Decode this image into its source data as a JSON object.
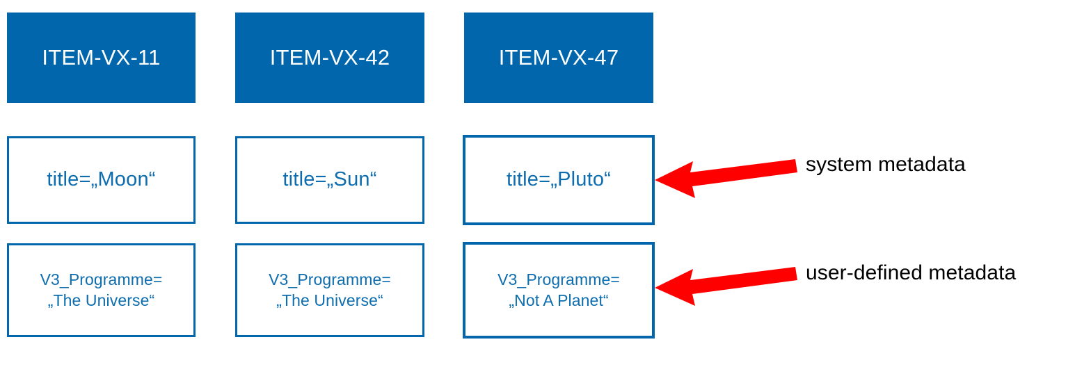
{
  "diagram": {
    "columns": [
      {
        "header": "ITEM-VX-11",
        "system_metadata": "title=„Moon“",
        "user_metadata_key": "V3_Programme=",
        "user_metadata_value": "„The Universe“"
      },
      {
        "header": "ITEM-VX-42",
        "system_metadata": "title=„Sun“",
        "user_metadata_key": "V3_Programme=",
        "user_metadata_value": "„The Universe“"
      },
      {
        "header": "ITEM-VX-47",
        "system_metadata": "title=„Pluto“",
        "user_metadata_key": "V3_Programme=",
        "user_metadata_value": "„Not A Planet“"
      }
    ],
    "annotations": [
      {
        "label": "system metadata",
        "icon": "left-arrow-icon"
      },
      {
        "label": "user-defined metadata",
        "icon": "left-arrow-icon"
      }
    ],
    "colors": {
      "header_fill": "#0166ab",
      "box_border": "#0166ab",
      "box_text": "#0e6dae",
      "header_text": "#ffffff",
      "arrow": "#ff0000",
      "annotation_text": "#000000",
      "background": "#ffffff"
    }
  }
}
